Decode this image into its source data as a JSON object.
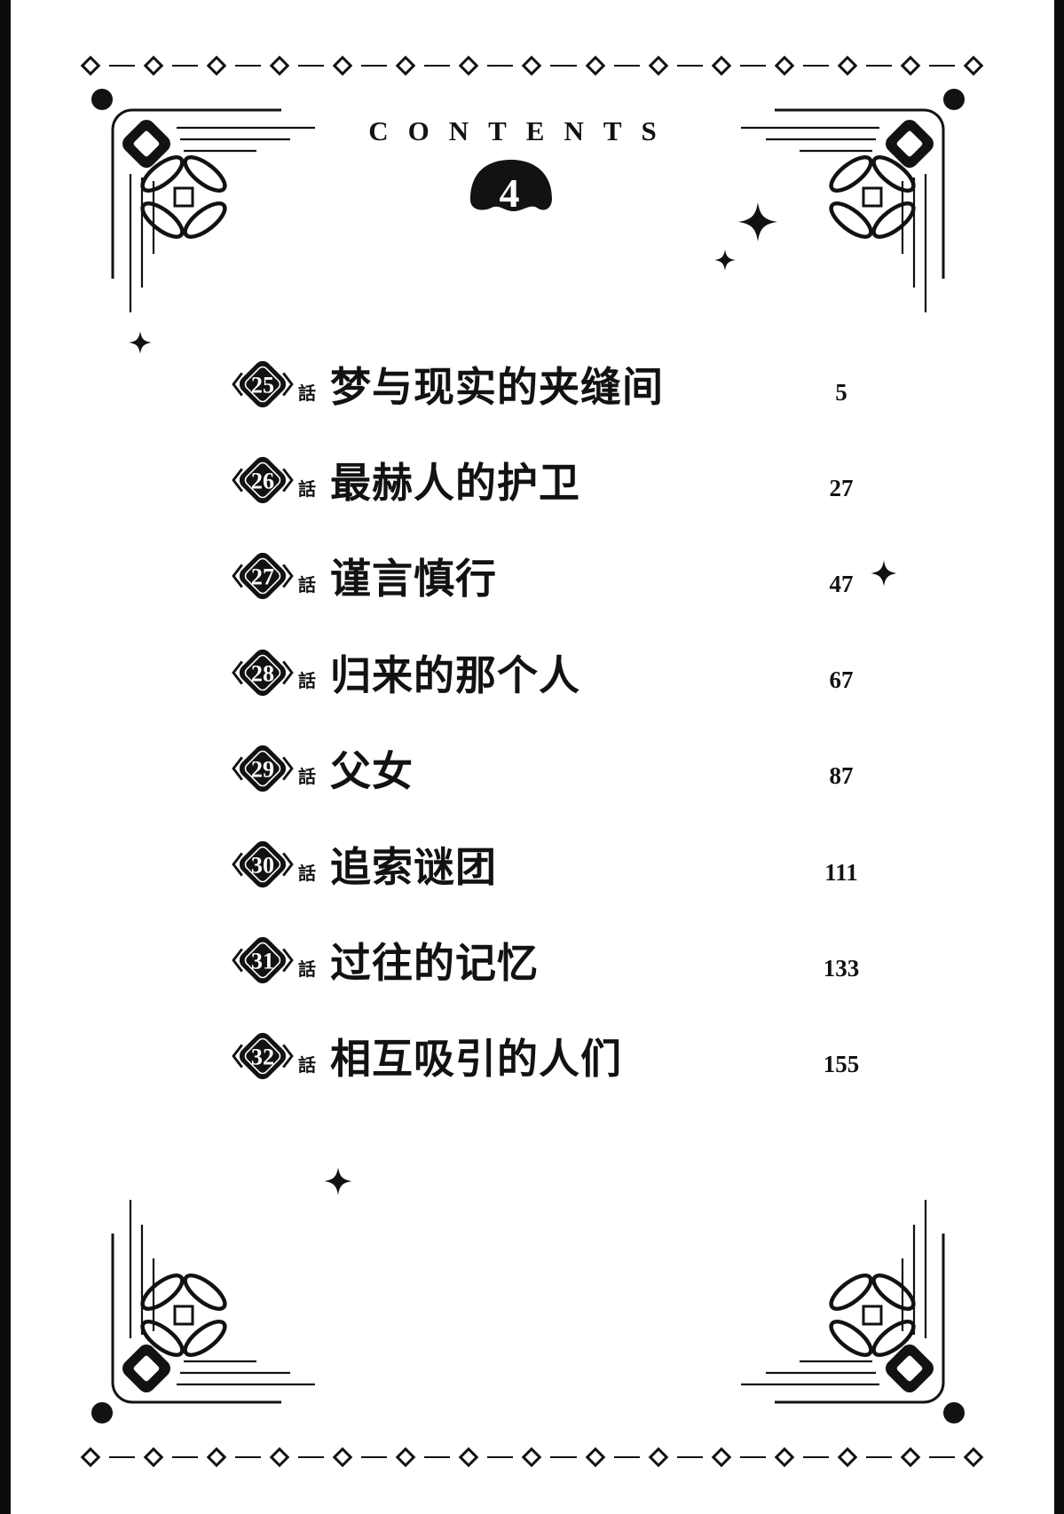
{
  "page": {
    "title": "CONTENTS",
    "volume": "4",
    "chapter_suffix": "話"
  },
  "chapters": [
    {
      "no": "25",
      "title": "梦与现实的夹缝间",
      "page": "5"
    },
    {
      "no": "26",
      "title": "最赫人的护卫",
      "page": "27"
    },
    {
      "no": "27",
      "title": "谨言慎行",
      "page": "47"
    },
    {
      "no": "28",
      "title": "归来的那个人",
      "page": "67"
    },
    {
      "no": "29",
      "title": "父女",
      "page": "87"
    },
    {
      "no": "30",
      "title": "追索谜团",
      "page": "111"
    },
    {
      "no": "31",
      "title": "过往的记忆",
      "page": "133"
    },
    {
      "no": "32",
      "title": "相互吸引的人们",
      "page": "155"
    }
  ],
  "colors": {
    "ink": "#121212",
    "paper": "#ffffff"
  },
  "icons": {
    "sparkle-icon": "✦ four-pointed star",
    "diamond-icon": "◇ border diamond with dash",
    "corner-ornament-icon": "corner frame with diamond and loop-knot flourish",
    "chapter-badge-icon": "black rounded diamond with chevrons",
    "volume-blob-icon": "black dome blob behind volume number"
  }
}
